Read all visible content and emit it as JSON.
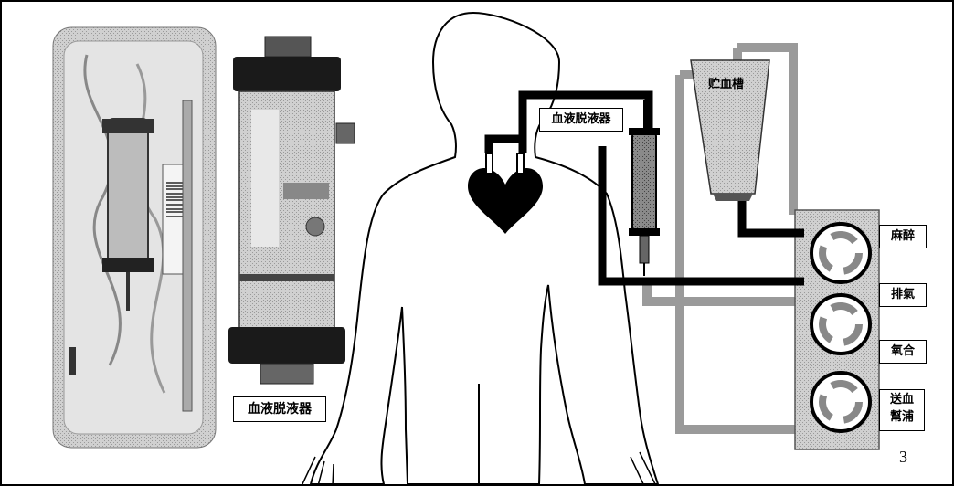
{
  "labels": {
    "photo_caption": "血液脱液器",
    "schematic_caption": "血液脱液器",
    "reservoir": "贮血槽",
    "pump_1": "麻醉",
    "pump_2": "排氣",
    "pump_3": "氧合",
    "pump_4_line1": "送血",
    "pump_4_line2": "幫浦"
  },
  "page_number": "3",
  "colors": {
    "tube_grey": "#9a9a9a",
    "tube_black": "#000000",
    "panel_grey": "#c8c8c8",
    "heart": "#000000"
  }
}
